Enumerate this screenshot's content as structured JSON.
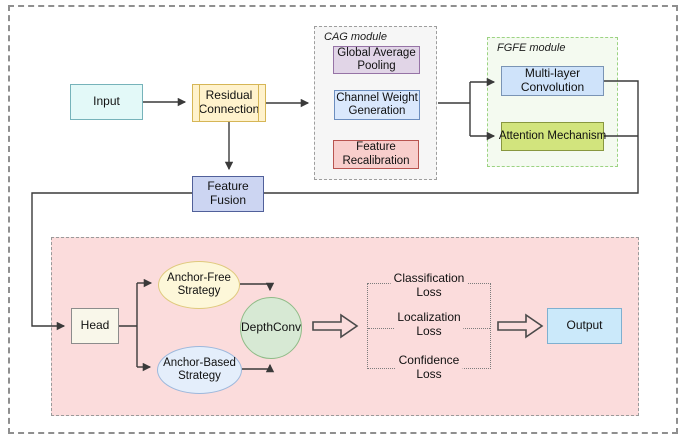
{
  "figure": {
    "type": "flow-diagram",
    "modules": {
      "cag": {
        "title": "CAG module"
      },
      "fgfe": {
        "title": "FGFE module"
      }
    },
    "nodes": {
      "input": {
        "label": "Input"
      },
      "residual": {
        "label": "Residual\nConnection"
      },
      "global_average_pooling": {
        "label": "Global Average\nPooling"
      },
      "channel_weight_generation": {
        "label": "Channel Weight\nGeneration"
      },
      "feature_recalibration": {
        "label": "Feature\nRecalibration"
      },
      "multi_layer_convolution": {
        "label": "Multi-layer\nConvolution"
      },
      "attention_mechanism": {
        "label": "Attention Mechanism"
      },
      "feature_fusion": {
        "label": "Feature\nFusion"
      },
      "head": {
        "label": "Head"
      },
      "anchor_free": {
        "label": "Anchor-Free\nStrategy"
      },
      "anchor_based": {
        "label": "Anchor-Based\nStrategy"
      },
      "depthconv": {
        "label": "DepthConv"
      },
      "output": {
        "label": "Output"
      }
    },
    "losses": [
      {
        "label": "Classification\nLoss"
      },
      {
        "label": "Localization\nLoss"
      },
      {
        "label": "Confidence\nLoss"
      }
    ],
    "palette": {
      "outer_border": "#8f8f8f",
      "connector": "#3a3a3a",
      "input_fill": "#e3f9f8",
      "input_border": "#76b3ba",
      "residual_fill": "#fff2cc",
      "residual_border": "#d6b656",
      "cag_module_bg": "#f6f6f6",
      "cag_module_border": "#9e9e9e",
      "global_average_pooling_fill": "#e1d5e7",
      "global_average_pooling_border": "#9673a6",
      "channel_weight_generation_fill": "#dae8fc",
      "channel_weight_generation_border": "#6c8ebf",
      "feature_recalibration_fill": "#f8cecc",
      "feature_recalibration_border": "#b85450",
      "fgfe_module_bg": "#f4faf0",
      "fgfe_module_border": "#9cd382",
      "multi_layer_convolution_fill": "#cfe3fa",
      "multi_layer_convolution_border": "#7a94b5",
      "attention_mechanism_fill": "#d2e47d",
      "attention_mechanism_border": "#88973f",
      "feature_fusion_fill": "#ccd5f2",
      "feature_fusion_border": "#51609a",
      "detection_region_bg": "#fbdcdc",
      "head_fill": "#f9f7ea",
      "head_border": "#8c8c8c",
      "anchor_free_fill": "#fdf7d9",
      "anchor_free_border": "#dfc97c",
      "anchor_based_fill": "#e4eefb",
      "anchor_based_border": "#9db8dc",
      "depthconv_fill": "#d7e9d4",
      "depthconv_border": "#8fbb87",
      "output_fill": "#cbe9fa",
      "output_border": "#7fb0d0"
    }
  }
}
